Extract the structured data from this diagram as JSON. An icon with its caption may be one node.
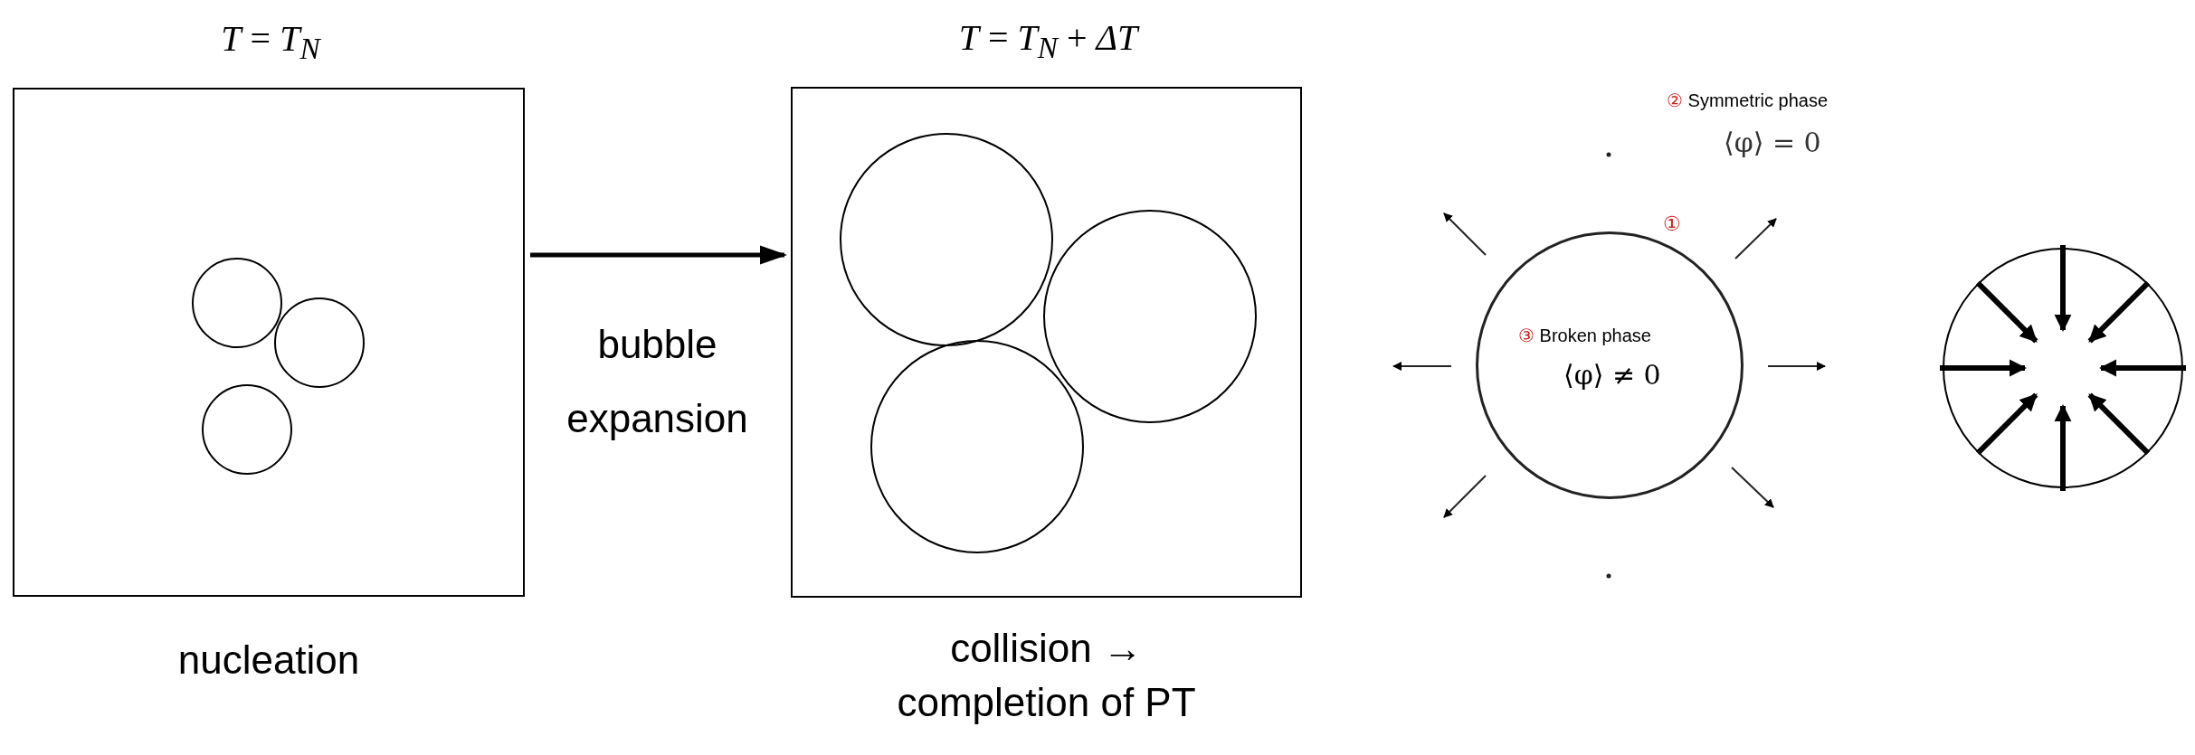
{
  "diagram": {
    "nodes": [
      {
        "text": [
          "*T* = *T*$_{N}$"
        ],
        "beside": [
          "nucleation"
        ]
      },
      {
        "text": [],
        "shape": "circle",
        "in": 0
      },
      {
        "text": [],
        "shape": "circle",
        "in": 0
      },
      {
        "text": [],
        "shape": "circle",
        "in": 0
      },
      {
        "text": [
          "*T* = *T*$_{N}$ + *ΔT*"
        ],
        "beside": [
          "collision → completion of PT"
        ]
      },
      {
        "text": [],
        "shape": "circle",
        "in": 4
      },
      {
        "text": [],
        "shape": "circle",
        "in": 4
      },
      {
        "text": [],
        "shape": "circle",
        "in": 4
      },
      {
        "text": [
          "③ Broken phase",
          "⟨φ⟩ ≠ 0"
        ]
      },
      {
        "text": [],
        "shape": "circle"
      }
    ],
    "edges": [
      {
        "from": 0,
        "to": 4,
        "arrow": "to",
        "label": "bubble expansion"
      }
    ],
    "labels": [
      "② Symmetric phase",
      "⟨φ⟩ = 0",
      "①"
    ]
  }
}
